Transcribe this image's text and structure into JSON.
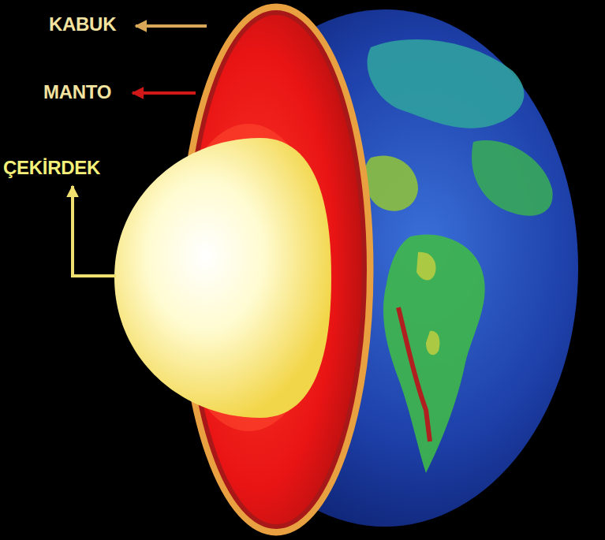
{
  "diagram": {
    "labels": [
      "KABUK",
      "MANTO",
      "ÇEKİRDEK"
    ]
  }
}
